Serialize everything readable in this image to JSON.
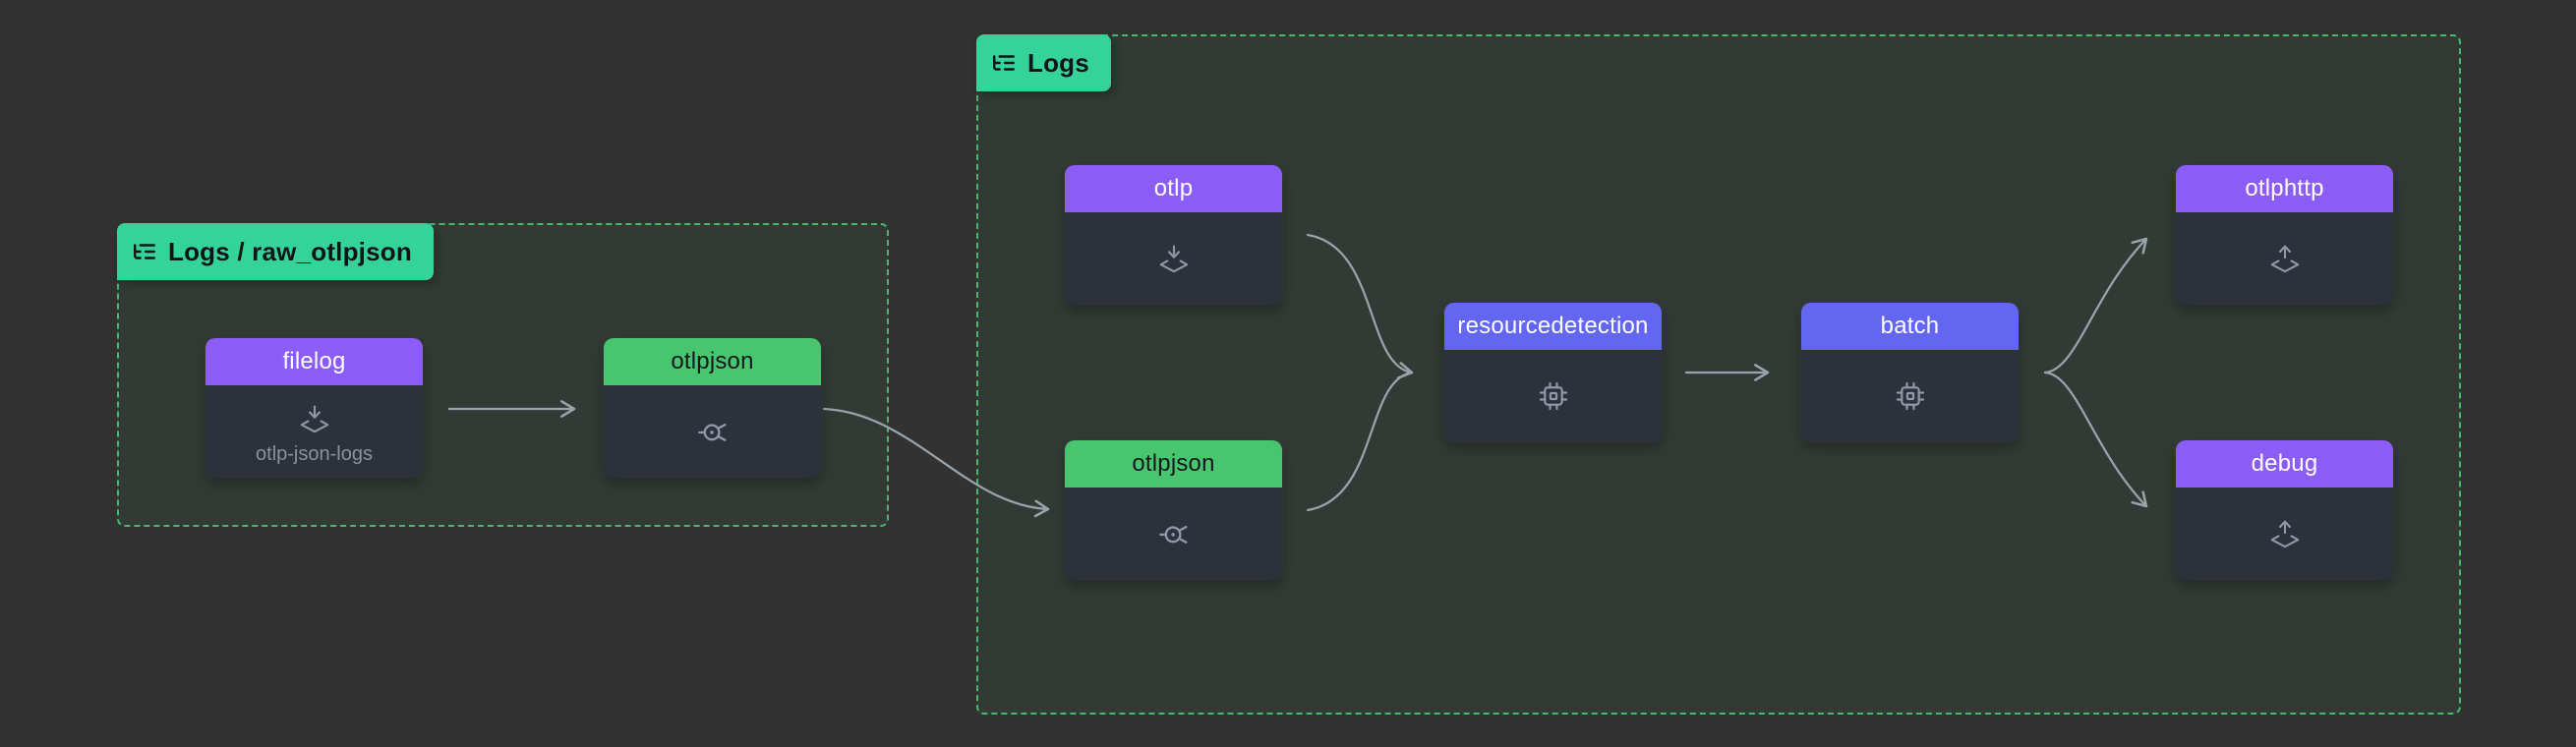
{
  "diagram": {
    "kind": "opentelemetry-collector-pipelines",
    "colors": {
      "canvas_bg": "#323232",
      "group_border": "#46b96c",
      "group_fill": "rgba(80,220,120,0.05)",
      "tag_bg": "#34d399",
      "tag_text": "#101418",
      "receiver_header": "#8b5cf6",
      "exporter_header": "#8b5cf6",
      "processor_header": "#6366f1",
      "connector_header": "#48c56f",
      "node_body": "#2c313b",
      "node_title_light": "#ffffff",
      "node_title_dark": "#15181c",
      "subtitle_text": "#8a919c",
      "icon_color": "#8e97a3",
      "edge_color": "#99a3ab"
    }
  },
  "groups": [
    {
      "label": "Logs / raw_otlpjson",
      "icon": "list-tree-icon"
    },
    {
      "label": "Logs",
      "icon": "list-tree-icon"
    }
  ],
  "nodes": [
    {
      "id": "filelog",
      "label": "filelog",
      "type": "receiver",
      "icon": "receiver-icon",
      "subtitle": "otlp-json-logs"
    },
    {
      "id": "otlpjson-raw",
      "label": "otlpjson",
      "type": "connector",
      "icon": "connector-icon"
    },
    {
      "id": "otlp",
      "label": "otlp",
      "type": "receiver",
      "icon": "receiver-icon"
    },
    {
      "id": "otlpjson",
      "label": "otlpjson",
      "type": "connector",
      "icon": "connector-icon"
    },
    {
      "id": "resourcedetection",
      "label": "resourcedetection",
      "type": "processor",
      "icon": "processor-icon"
    },
    {
      "id": "batch",
      "label": "batch",
      "type": "processor",
      "icon": "processor-icon"
    },
    {
      "id": "otlphttp",
      "label": "otlphttp",
      "type": "exporter",
      "icon": "exporter-icon"
    },
    {
      "id": "debug",
      "label": "debug",
      "type": "exporter",
      "icon": "exporter-icon"
    }
  ],
  "edges": [
    {
      "from": "filelog",
      "to": "otlpjson-raw"
    },
    {
      "from": "otlpjson-raw",
      "to": "otlpjson"
    },
    {
      "from": "otlp",
      "to": "resourcedetection"
    },
    {
      "from": "otlpjson",
      "to": "resourcedetection"
    },
    {
      "from": "resourcedetection",
      "to": "batch"
    },
    {
      "from": "batch",
      "to": "otlphttp"
    },
    {
      "from": "batch",
      "to": "debug"
    }
  ]
}
